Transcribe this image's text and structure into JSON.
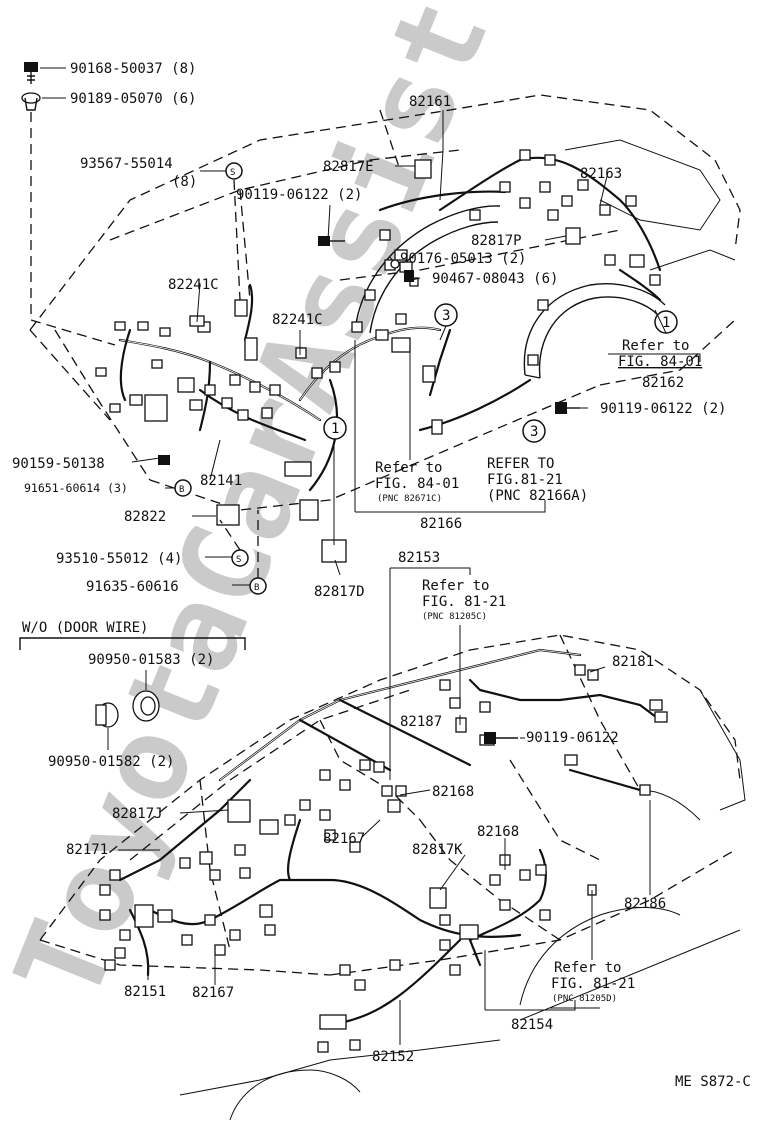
{
  "watermark": "ToyotaCarAssist.ru",
  "figure_code": "ME S872-C",
  "top_section": {
    "part_numbers": [
      "90168-50037 (8)",
      "90189-05070 (6)",
      "93567-55014",
      "(8)",
      "90119-06122 (2)",
      "82241C",
      "82241C",
      "82817E",
      "82161",
      "82163",
      "82817P",
      "90176-05013 (2)",
      "90467-08043 (6)",
      "82162",
      "90119-06122 (2)",
      "90159-50138",
      "91651-60614 (3)",
      "82141",
      "82822",
      "93510-55012 (4)",
      "91635-60616",
      "82817D",
      "82166"
    ],
    "callout_1_left": "1",
    "callout_3_left": "3",
    "callout_1_right": "1",
    "callout_3_right": "3",
    "symbol_s_top": "S",
    "symbol_b_1": "B",
    "symbol_s_2": "S",
    "symbol_b_2": "B",
    "refer_right_line1": "Refer to",
    "refer_right_line2": "FIG. 84-01",
    "refer_mid_line1": "Refer to",
    "refer_mid_line2": "FIG. 84-01",
    "refer_mid_line3": "(PNC 82671C)",
    "refer_caps_line1": "REFER TO",
    "refer_caps_line2": "FIG.81-21",
    "refer_caps_line3": "(PNC  82166A)"
  },
  "wo_section": {
    "heading": "W/O  (DOOR WIRE)",
    "grommet_large": "90950-01583 (2)",
    "grommet_small": "90950-01582 (2)"
  },
  "bottom_section": {
    "part_numbers": [
      "82153",
      "82181",
      "82187",
      "90119-06122",
      "82817J",
      "82168",
      "82171",
      "82167",
      "82168",
      "82817K",
      "82186",
      "82151",
      "82167",
      "82152",
      "82154"
    ],
    "refer_top_line1": "Refer to",
    "refer_top_line2": "FIG. 81-21",
    "refer_top_line3": "(PNC 81205C)",
    "refer_bottom_line1": "Refer to",
    "refer_bottom_line2": "FIG. 81-21",
    "refer_bottom_line3": "(PNC 81205D)"
  }
}
